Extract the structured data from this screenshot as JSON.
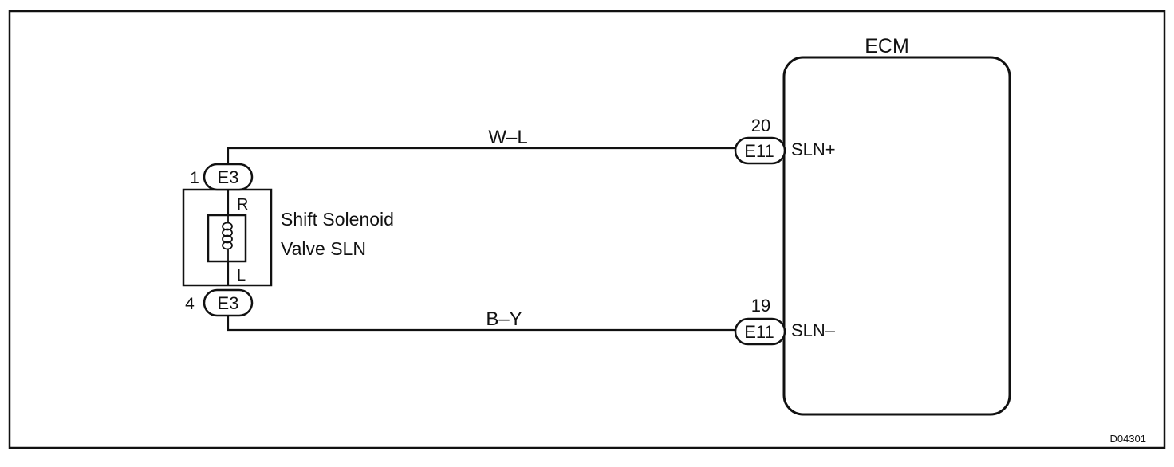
{
  "ecm": {
    "title": "ECM"
  },
  "solenoid": {
    "name_line1": "Shift Solenoid",
    "name_line2": "Valve SLN",
    "top_terminal_label": "R",
    "bottom_terminal_label": "L"
  },
  "connectors": {
    "solenoid_top": {
      "pin": "1",
      "code": "E3"
    },
    "solenoid_bottom": {
      "pin": "4",
      "code": "E3"
    },
    "ecm_top": {
      "pin": "20",
      "code": "E11",
      "signal": "SLN+"
    },
    "ecm_bottom": {
      "pin": "19",
      "code": "E11",
      "signal": "SLN–"
    }
  },
  "wires": {
    "top_color": "W–L",
    "bottom_color": "B–Y"
  },
  "figure_code": "D04301"
}
